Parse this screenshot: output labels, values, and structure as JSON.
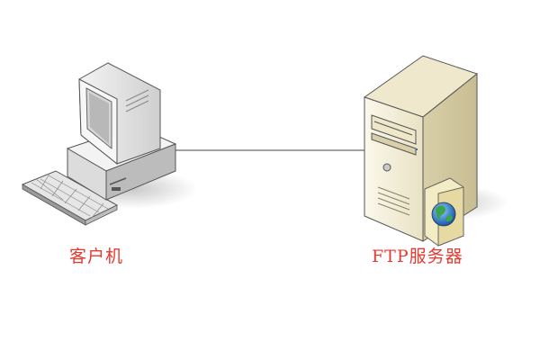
{
  "nodes": {
    "client": {
      "label": "客户机",
      "icon": "desktop-computer-icon"
    },
    "server": {
      "label": "FTP服务器",
      "icon": "server-tower-icon",
      "badge_icon": "globe-icon"
    }
  },
  "connection": {
    "type": "line",
    "from": "client",
    "to": "server"
  },
  "colors": {
    "label": "#e8382f",
    "line": "#444444",
    "computer_body": "#e8e8e8",
    "server_body": "#f1ecd6"
  }
}
